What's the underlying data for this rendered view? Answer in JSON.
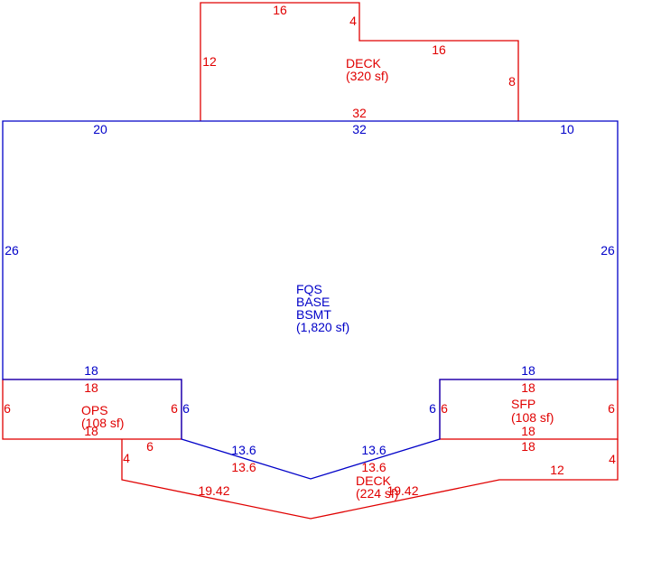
{
  "colors": {
    "red": "#e00000",
    "blue": "#0000c8"
  },
  "deck_top": {
    "name": "DECK",
    "area": "(320 sf)",
    "dims": {
      "top": "16",
      "step": "4",
      "step_top": "16",
      "right": "8",
      "left": "12",
      "bottom": "32"
    }
  },
  "main": {
    "line1": "FQS",
    "line2": "BASE",
    "line3": "BSMT",
    "area": "(1,820 sf)",
    "dims": {
      "top_left": "20",
      "top_mid": "32",
      "top_right": "10",
      "left": "26",
      "right": "26",
      "bottom_left": "18",
      "bottom_right": "18",
      "notch_left": "6",
      "notch_right": "6",
      "diag_left": "13.6",
      "diag_right": "13.6"
    }
  },
  "ops": {
    "name": "OPS",
    "area": "(108 sf)",
    "dims": {
      "top": "18",
      "bottom": "18",
      "left": "6",
      "right": "6"
    }
  },
  "sfp": {
    "name": "SFP",
    "area": "(108 sf)",
    "dims": {
      "top": "18",
      "bottom": "18",
      "left": "6",
      "right": "6"
    }
  },
  "deck_bottom": {
    "name": "DECK",
    "area": "(224 sf)",
    "dims": {
      "left_short": "6",
      "left_vert": "4",
      "diag_left_inner": "13.6",
      "diag_right_inner": "13.6",
      "diag_left_outer": "19.42",
      "diag_right_outer": "19.42",
      "top_right": "18",
      "right_vert": "4",
      "bottom_right": "12"
    }
  }
}
